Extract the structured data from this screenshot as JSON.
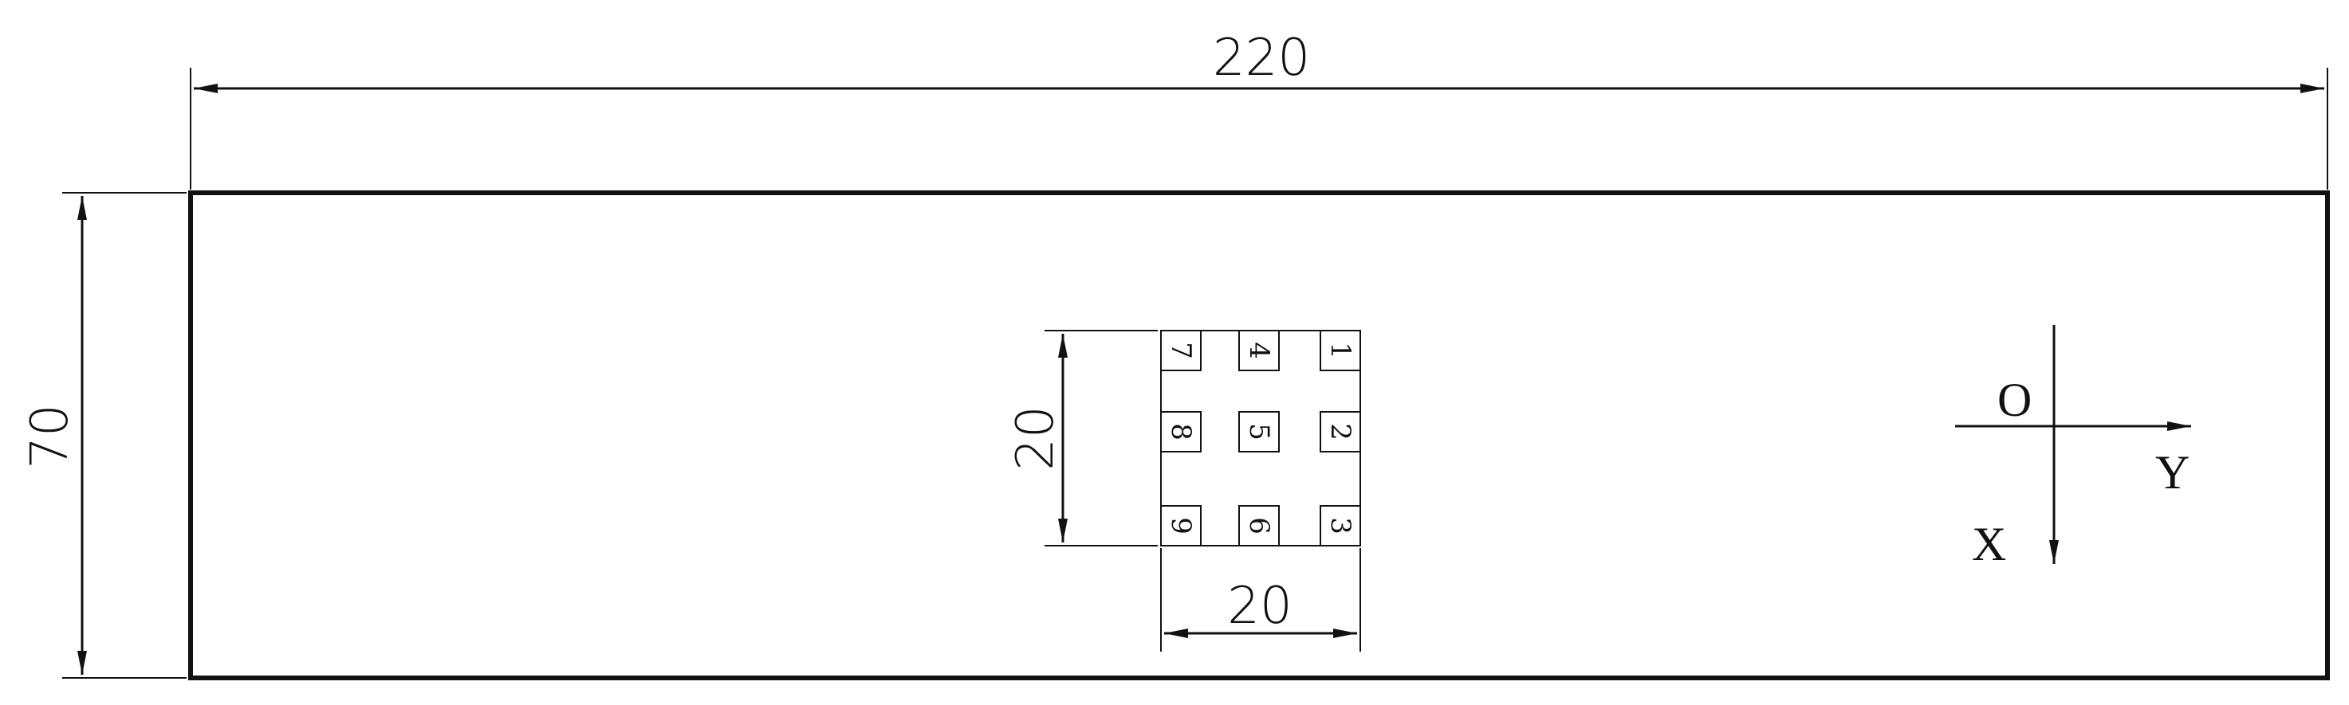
{
  "drawing": {
    "dimensions": {
      "overall_length": "220",
      "overall_width": "70",
      "pattern_height": "20",
      "pattern_width": "20"
    },
    "grid_cells": [
      {
        "label": "7",
        "row": 0,
        "col": 0
      },
      {
        "label": "4",
        "row": 0,
        "col": 1
      },
      {
        "label": "1",
        "row": 0,
        "col": 2
      },
      {
        "label": "8",
        "row": 1,
        "col": 0
      },
      {
        "label": "5",
        "row": 1,
        "col": 1
      },
      {
        "label": "2",
        "row": 1,
        "col": 2
      },
      {
        "label": "9",
        "row": 2,
        "col": 0
      },
      {
        "label": "6",
        "row": 2,
        "col": 1
      },
      {
        "label": "3",
        "row": 2,
        "col": 2
      }
    ],
    "axes": {
      "origin": "O",
      "x": "X",
      "y": "Y"
    },
    "line_color": "#111111"
  }
}
